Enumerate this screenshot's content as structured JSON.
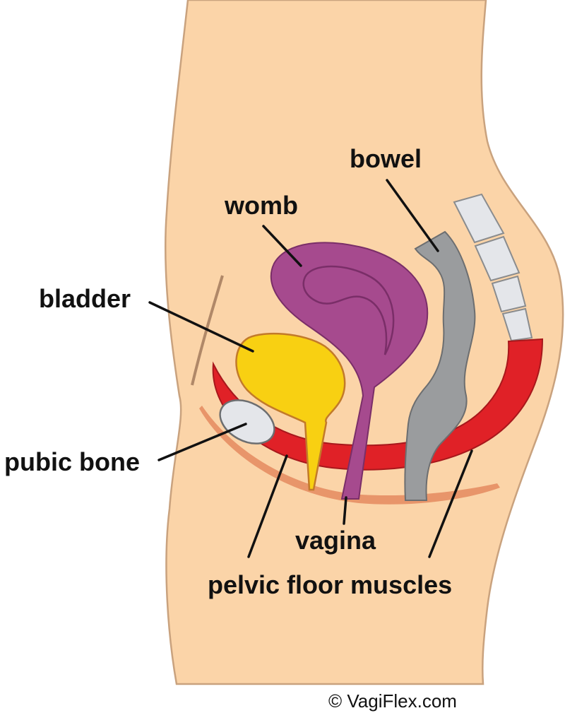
{
  "labels": {
    "bowel": "bowel",
    "womb": "womb",
    "bladder": "bladder",
    "pubic_bone": "pubic bone",
    "vagina": "vagina",
    "pelvic_floor_muscles": "pelvic floor muscles"
  },
  "copyright": "© VagiFlex.com",
  "colors": {
    "skin": "#FBD4A8",
    "skin_outline": "#C9A27E",
    "skin_fold": "#B08868",
    "womb": "#A64A8E",
    "womb_outline": "#7A2E68",
    "bladder": "#F8D012",
    "bladder_outline": "#C27A2A",
    "bowel": "#9A9C9E",
    "bowel_outline": "#6C6E70",
    "pelvic_floor": "#E02127",
    "pelvic_floor_outline": "#A8181C",
    "pubic_bone": "#E4E6EA",
    "pubic_bone_outline": "#6C6E70",
    "spine": "#E4E6EA",
    "spine_outline": "#8A8C8E",
    "perineum": "#E8956A",
    "leader": "#111111"
  }
}
